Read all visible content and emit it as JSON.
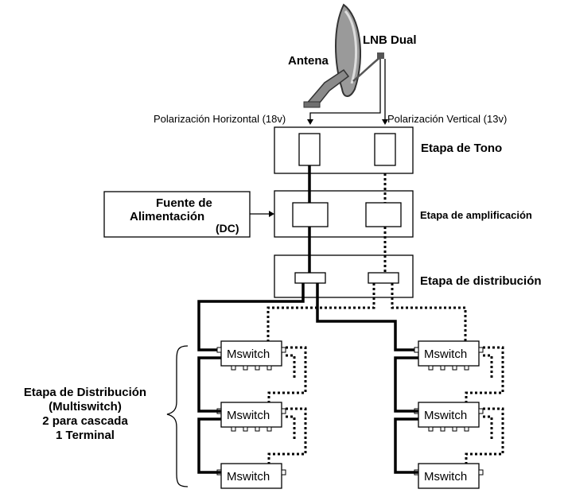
{
  "labels": {
    "lnb": "LNB Dual",
    "antenna": "Antena",
    "pol_h": "Polarización Horizontal (18v)",
    "pol_v": "Polarización Vertical (13v)",
    "stage_tone": "Etapa de Tono",
    "stage_amp": "Etapa de amplificación",
    "stage_dist": "Etapa de distribución",
    "power_line1": "Fuente de",
    "power_line2": "Alimentación",
    "power_dc": "(DC)",
    "dist_line1": "Etapa de Distribución",
    "dist_line2": "(Multiswitch)",
    "dist_line3": "2 para cascada",
    "dist_line4": "1 Terminal"
  },
  "multiswitches": [
    {
      "label": "Mswitch"
    },
    {
      "label": "Mswitch"
    },
    {
      "label": "Mswitch"
    },
    {
      "label": "Mswitch"
    },
    {
      "label": "Mswitch"
    },
    {
      "label": "Mswitch"
    }
  ]
}
